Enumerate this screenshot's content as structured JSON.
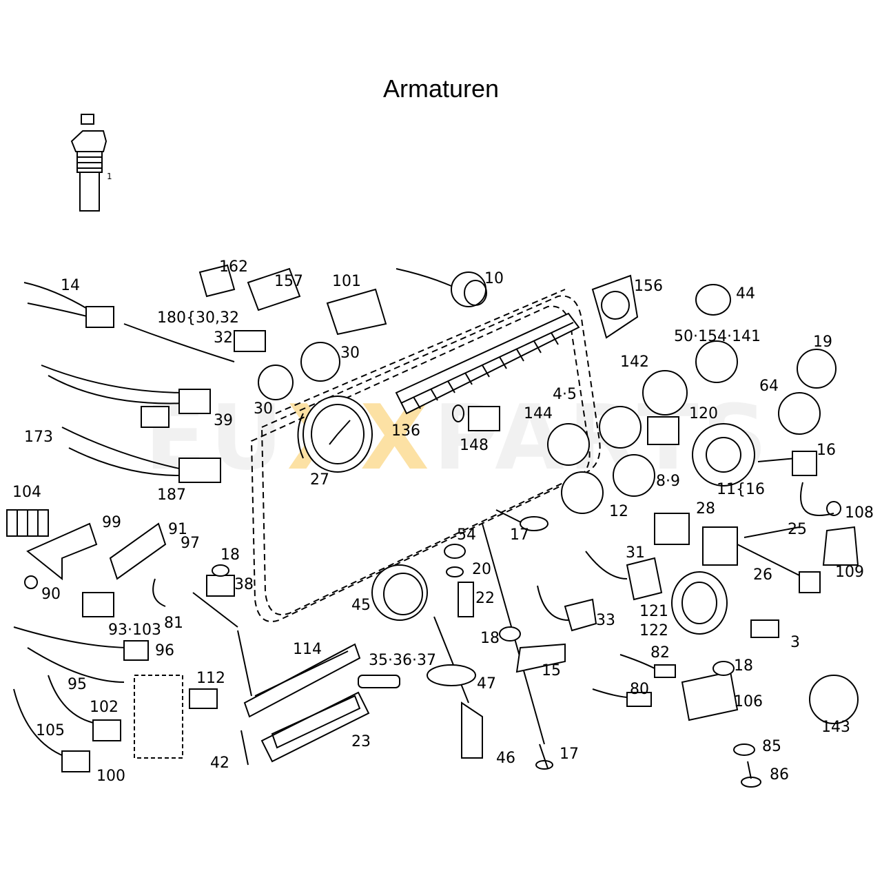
{
  "title": "Armaturen",
  "watermark": {
    "part1": "EU",
    "part2": "XX",
    "part3": "PARTS",
    "accent_color": "#f5c66a"
  },
  "callouts": [
    {
      "id": "c1",
      "text": "1"
    },
    {
      "id": "c14",
      "text": "14"
    },
    {
      "id": "c162",
      "text": "162"
    },
    {
      "id": "c157",
      "text": "157"
    },
    {
      "id": "c101",
      "text": "101"
    },
    {
      "id": "c10",
      "text": "10"
    },
    {
      "id": "c156",
      "text": "156"
    },
    {
      "id": "c44",
      "text": "44"
    },
    {
      "id": "c180",
      "text": "180{30,32"
    },
    {
      "id": "c32",
      "text": "32"
    },
    {
      "id": "c30a",
      "text": "30"
    },
    {
      "id": "c30b",
      "text": "30"
    },
    {
      "id": "c50",
      "text": "50·154·141"
    },
    {
      "id": "c19",
      "text": "19"
    },
    {
      "id": "c142",
      "text": "142"
    },
    {
      "id": "c64",
      "text": "64"
    },
    {
      "id": "c39",
      "text": "39"
    },
    {
      "id": "c136",
      "text": "136"
    },
    {
      "id": "c45a",
      "text": "4·5"
    },
    {
      "id": "c144",
      "text": "144"
    },
    {
      "id": "c120",
      "text": "120"
    },
    {
      "id": "c148",
      "text": "148"
    },
    {
      "id": "c16",
      "text": "16"
    },
    {
      "id": "c173",
      "text": "173"
    },
    {
      "id": "c27",
      "text": "27"
    },
    {
      "id": "c89",
      "text": "8·9"
    },
    {
      "id": "c11",
      "text": "11{16"
    },
    {
      "id": "c187",
      "text": "187"
    },
    {
      "id": "c104",
      "text": "104"
    },
    {
      "id": "c12",
      "text": "12"
    },
    {
      "id": "c108",
      "text": "108"
    },
    {
      "id": "c28",
      "text": "28"
    },
    {
      "id": "c99",
      "text": "99"
    },
    {
      "id": "c17a",
      "text": "17"
    },
    {
      "id": "c91",
      "text": "91"
    },
    {
      "id": "c54",
      "text": "54"
    },
    {
      "id": "c25",
      "text": "25"
    },
    {
      "id": "c97",
      "text": "97"
    },
    {
      "id": "c18a",
      "text": "18"
    },
    {
      "id": "c31",
      "text": "31"
    },
    {
      "id": "c109",
      "text": "109"
    },
    {
      "id": "c20",
      "text": "20"
    },
    {
      "id": "c26",
      "text": "26"
    },
    {
      "id": "c38",
      "text": "38"
    },
    {
      "id": "c90",
      "text": "90"
    },
    {
      "id": "c22",
      "text": "22"
    },
    {
      "id": "c45",
      "text": "45"
    },
    {
      "id": "c33",
      "text": "33"
    },
    {
      "id": "c121",
      "text": "121"
    },
    {
      "id": "c81",
      "text": "81"
    },
    {
      "id": "c93",
      "text": "93·103"
    },
    {
      "id": "c122",
      "text": "122"
    },
    {
      "id": "c18b",
      "text": "18"
    },
    {
      "id": "c3",
      "text": "3"
    },
    {
      "id": "c96",
      "text": "96"
    },
    {
      "id": "c114",
      "text": "114"
    },
    {
      "id": "c82",
      "text": "82"
    },
    {
      "id": "c15",
      "text": "15"
    },
    {
      "id": "c35",
      "text": "35·36·37"
    },
    {
      "id": "c18c",
      "text": "18"
    },
    {
      "id": "c112",
      "text": "112"
    },
    {
      "id": "c95",
      "text": "95"
    },
    {
      "id": "c47",
      "text": "47"
    },
    {
      "id": "c80",
      "text": "80"
    },
    {
      "id": "c102",
      "text": "102"
    },
    {
      "id": "c106",
      "text": "106"
    },
    {
      "id": "c105",
      "text": "105"
    },
    {
      "id": "c143",
      "text": "143"
    },
    {
      "id": "c23",
      "text": "23"
    },
    {
      "id": "c85",
      "text": "85"
    },
    {
      "id": "c42",
      "text": "42"
    },
    {
      "id": "c46",
      "text": "46"
    },
    {
      "id": "c17b",
      "text": "17"
    },
    {
      "id": "c100",
      "text": "100"
    },
    {
      "id": "c86",
      "text": "86"
    }
  ]
}
